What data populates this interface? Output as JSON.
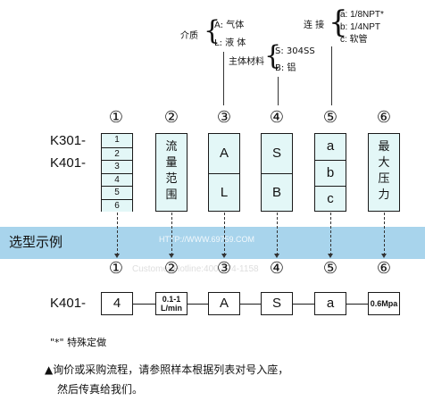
{
  "labels": {
    "medium_title": "介质",
    "medium_a": "A: 气体",
    "medium_l": "L: 液 体",
    "material_title": "主体材料",
    "material_s": "S: 304SS",
    "material_b": "B: 铝",
    "connect_title": "连 接",
    "connect_a": "a: 1/8NPT*",
    "connect_b": "b: 1/4NPT",
    "connect_c": "c: 软管"
  },
  "positions": [
    "①",
    "②",
    "③",
    "④",
    "⑤",
    "⑥"
  ],
  "models": {
    "k301": "K301-",
    "k401": "K401-"
  },
  "flow_options": [
    "1",
    "2",
    "3",
    "4",
    "5",
    "6"
  ],
  "flow_range_label": "流量范围",
  "medium_options": [
    "A",
    "L"
  ],
  "material_options": [
    "S",
    "B"
  ],
  "connect_options": [
    "a",
    "b",
    "c"
  ],
  "max_pressure_label": "最大压力",
  "example_band_title": "选型示例",
  "watermark": {
    "url": "HTTP://WWW.69759.COM",
    "hotline": "Customer Hotline:400-574-1158"
  },
  "example": {
    "model": "K401-",
    "values": [
      "4",
      "0.1-1 L/min",
      "A",
      "S",
      "a",
      "0.6Mpa"
    ]
  },
  "notes": {
    "special": "\"*\"   特殊定做",
    "inquiry_line1": "▲询价或采购流程，请参照样本根据列表对号入座，",
    "inquiry_line2": "然后传真给我们。"
  }
}
